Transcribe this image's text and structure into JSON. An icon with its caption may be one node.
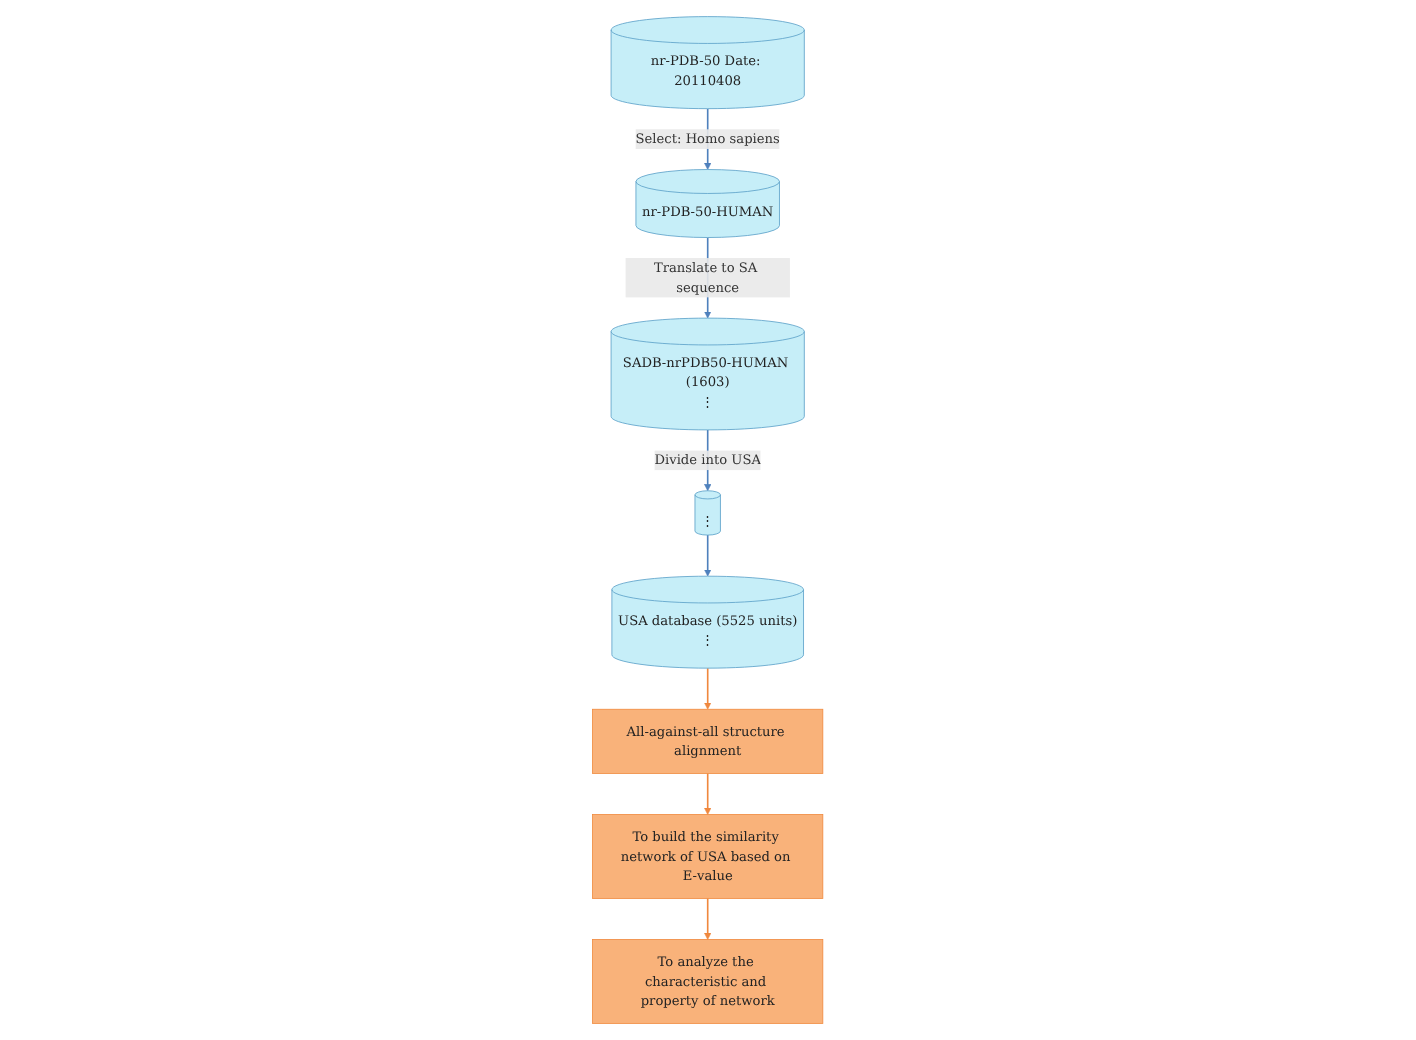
{
  "diagram": {
    "nodes": [
      {
        "text": [
          "nr-PDB-50 Date: 20110408"
        ]
      },
      {
        "text": [
          "nr-PDB-50-HUMAN"
        ]
      },
      {
        "text": [
          "SADB-nrPDB50-HUMAN (1603)",
          "⋮"
        ]
      },
      {
        "text": [
          "⋮"
        ]
      },
      {
        "text": [
          "USA database (5525 units)",
          "⋮"
        ]
      },
      {
        "text": [
          "All-against-all structure alignment"
        ]
      },
      {
        "text": [
          "To build the similarity network of USA based on E-value"
        ]
      },
      {
        "text": [
          "To analyze the characteristic and property of network"
        ]
      }
    ],
    "edges": [
      {
        "from": 0,
        "to": 1,
        "arrow": "to",
        "label": "Select: Homo sapiens"
      },
      {
        "from": 1,
        "to": 2,
        "arrow": "to",
        "label": "Translate to SA sequence"
      },
      {
        "from": 2,
        "to": 3,
        "arrow": "to",
        "label": "Divide into USA"
      },
      {
        "from": 3,
        "to": 4,
        "arrow": "to"
      },
      {
        "from": 4,
        "to": 5,
        "arrow": "to",
        "color": "#f0883e"
      },
      {
        "from": 5,
        "to": 6,
        "arrow": "to",
        "color": "#f0883e"
      },
      {
        "from": 6,
        "to": 7,
        "arrow": "to",
        "color": "#f0883e"
      }
    ]
  }
}
